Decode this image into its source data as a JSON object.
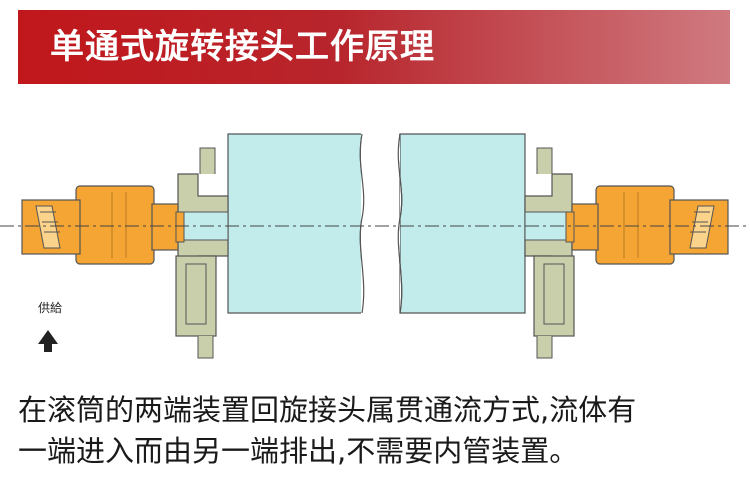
{
  "header": {
    "title": "单通式旋转接头工作原理"
  },
  "diagram": {
    "supply_label": "供給",
    "colors": {
      "joint_orange": "#f4a534",
      "flange_green": "#c9cfaa",
      "roller_cyan": "#c2ecec",
      "outline": "#555555",
      "arrow": "#222222"
    }
  },
  "caption": {
    "line1": "在滚筒的两端装置回旋接头属贯通流方式,流体有",
    "line2": "一端进入而由另一端排出,不需要内管装置。"
  }
}
